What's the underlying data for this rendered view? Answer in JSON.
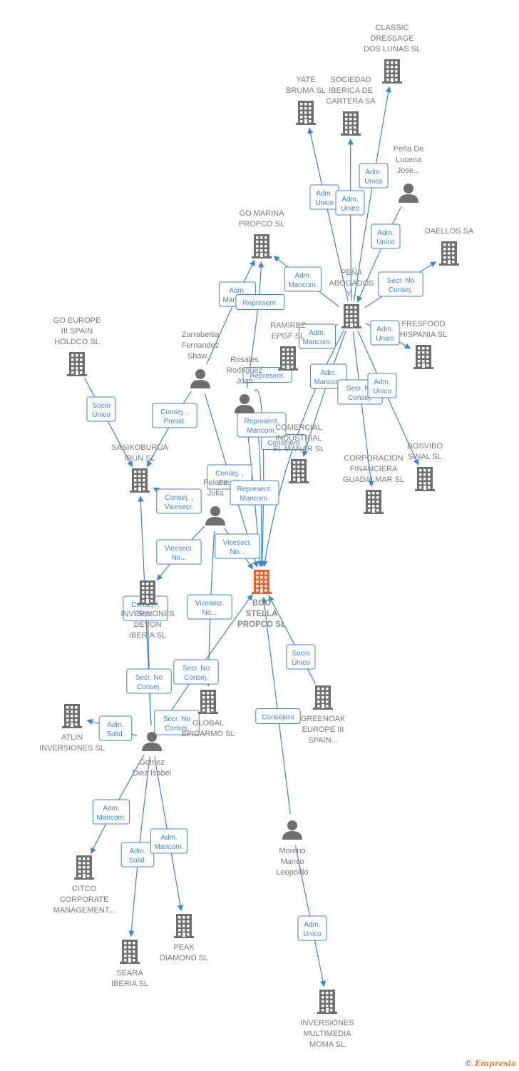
{
  "colors": {
    "edge": "#3d85d8",
    "company": "#6f6f6f",
    "focus": "#f0622d",
    "text": "#7a7a7a"
  },
  "footer": {
    "symbol": "©",
    "brand": "Empresia"
  },
  "nodes": [
    {
      "id": "bgo",
      "kind": "company",
      "focus": true,
      "lines": [
        "BGO",
        "STELLA",
        "PROPCO  SL"
      ]
    },
    {
      "id": "classic",
      "kind": "company",
      "lines": [
        "CLASSIC",
        "DRESSAGE",
        "DOS LUNAS  SL"
      ]
    },
    {
      "id": "yate",
      "kind": "company",
      "lines": [
        "YATE",
        "BRUMA SL"
      ]
    },
    {
      "id": "sociedad",
      "kind": "company",
      "lines": [
        "SOCIEDAD",
        "IBERICA DE",
        "CARTERA SA"
      ]
    },
    {
      "id": "penadelucena",
      "kind": "person",
      "lines": [
        "Peña De",
        "Lucena",
        "Jose..."
      ]
    },
    {
      "id": "gomarina",
      "kind": "company",
      "lines": [
        "GO MARINA",
        "PROPCO  SL"
      ]
    },
    {
      "id": "daellos",
      "kind": "company",
      "lines": [
        "DAELLOS SA"
      ]
    },
    {
      "id": "pena",
      "kind": "company",
      "lines": [
        "PEÑA",
        "ABOGADOS",
        "Y..."
      ]
    },
    {
      "id": "goeurope",
      "kind": "company",
      "lines": [
        "GO EUROPE",
        "III SPAIN",
        "HOLDCO  SL"
      ]
    },
    {
      "id": "zarrabeitia",
      "kind": "person",
      "lines": [
        "Zarrabeitia",
        "Fernandez",
        "Shaw..."
      ]
    },
    {
      "id": "ramirez",
      "kind": "company",
      "lines": [
        "RAMIREZ",
        "EPGF SL"
      ]
    },
    {
      "id": "freshfood",
      "kind": "company",
      "lines": [
        "FRESFOOD",
        "HISPANIA  SL"
      ]
    },
    {
      "id": "rosales",
      "kind": "person",
      "lines": [
        "Rosales",
        "Rodriguez",
        "Juan"
      ]
    },
    {
      "id": "sasikoburua",
      "kind": "company",
      "lines": [
        "SASIKOBURUA",
        "IRUN  SL"
      ]
    },
    {
      "id": "comercial",
      "kind": "company",
      "lines": [
        "COMERCIAL",
        "INDUSTRIAL",
        "EL MANAR SL"
      ]
    },
    {
      "id": "corporacion",
      "kind": "company",
      "lines": [
        "CORPORACION",
        "FINANCIERA",
        "GUADALMAR SL"
      ]
    },
    {
      "id": "dosvibo",
      "kind": "company",
      "lines": [
        "DOSVIBO",
        "SINAL SL"
      ]
    },
    {
      "id": "pelaez",
      "kind": "person",
      "lines": [
        "Pelaez",
        "Julia"
      ]
    },
    {
      "id": "inversiones",
      "kind": "company",
      "lines": [
        "INVERSIONES",
        "DEVON",
        "IBERIA SL"
      ]
    },
    {
      "id": "atlin",
      "kind": "company",
      "lines": [
        "ATLIN",
        "INVERSIONES SL"
      ]
    },
    {
      "id": "global",
      "kind": "company",
      "lines": [
        "GLOBAL",
        "EPICARMO SL"
      ]
    },
    {
      "id": "greenoak",
      "kind": "company",
      "lines": [
        "GREENOAK",
        "EUROPE III",
        "SPAIN..."
      ]
    },
    {
      "id": "gomez",
      "kind": "person",
      "lines": [
        "Gomez",
        "Diez Isabel"
      ]
    },
    {
      "id": "moreno",
      "kind": "person",
      "lines": [
        "Moreno",
        "Manso",
        "Leopoldo"
      ]
    },
    {
      "id": "citco",
      "kind": "company",
      "lines": [
        "CITCO",
        "CORPORATE",
        "MANAGEMENT..."
      ]
    },
    {
      "id": "peak",
      "kind": "company",
      "lines": [
        "PEAK",
        "DIAMOND SL"
      ]
    },
    {
      "id": "seara",
      "kind": "company",
      "lines": [
        "SEARA",
        "IBERIA  SL"
      ]
    },
    {
      "id": "multimedia",
      "kind": "company",
      "lines": [
        "INVERSIONES",
        "MULTIMEDIA",
        "MOMA  SL"
      ]
    }
  ],
  "edges": [
    {
      "from": "pena",
      "to": "classic",
      "label": [
        "Adm.",
        "Unico"
      ]
    },
    {
      "from": "pena",
      "to": "yate",
      "label": [
        "Adm.",
        "Unico"
      ]
    },
    {
      "from": "pena",
      "to": "sociedad",
      "label": [
        "Adm.",
        "Unico"
      ]
    },
    {
      "from": "penadelucena",
      "to": "pena",
      "label": [
        "Adm.",
        "Unico"
      ]
    },
    {
      "from": "pena",
      "to": "gomarina",
      "label": [
        "Adm.",
        "Mancom."
      ]
    },
    {
      "from": "pena",
      "to": "daellos",
      "label": [
        "Secr.  No",
        "Consej."
      ]
    },
    {
      "from": "pena",
      "to": "ramirez",
      "label": [
        "Adm.",
        "Mancom."
      ]
    },
    {
      "from": "pena",
      "to": "freshfood",
      "label": [
        "Adm.",
        "Unico"
      ]
    },
    {
      "from": "pena",
      "to": "comercial",
      "label": [
        "Adm.",
        "Mancom."
      ]
    },
    {
      "from": "pena",
      "to": "corporacion",
      "label": [
        "Secr.  No",
        "Consej."
      ]
    },
    {
      "from": "pena",
      "to": "dosvibo",
      "label": [
        "Adm.",
        "Unico"
      ]
    },
    {
      "from": "pena",
      "to": "bgo",
      "label": [
        "Consejero"
      ]
    },
    {
      "from": "zarrabeitia",
      "to": "gomarina",
      "label": [
        "Adm.",
        "Mancom."
      ]
    },
    {
      "from": "rosales",
      "to": "gomarina",
      "label": [
        "Represent."
      ]
    },
    {
      "from": "goeurope",
      "to": "sasikoburua",
      "label": [
        "Socio",
        "Único"
      ]
    },
    {
      "from": "zarrabeitia",
      "to": "sasikoburua",
      "label": [
        "Consej. ,",
        "Presid."
      ]
    },
    {
      "from": "rosales",
      "to": "bgo",
      "label": [
        "Represent."
      ]
    },
    {
      "from": "rosales",
      "to": "bgo",
      "label": [
        "Represent.",
        "Mancom."
      ]
    },
    {
      "from": "zarrabeitia",
      "to": "bgo",
      "label": [
        "Consej. ,",
        "Presid."
      ]
    },
    {
      "from": "rosales",
      "to": "bgo",
      "label": [
        "Represent.",
        "Mancom."
      ]
    },
    {
      "from": "pelaez",
      "to": "sasikoburua",
      "label": [
        "Consej. ,",
        "Vicesecr."
      ]
    },
    {
      "from": "pelaez",
      "to": "inversiones",
      "label": [
        "Vicesecr.",
        "No..."
      ]
    },
    {
      "from": "pelaez",
      "to": "bgo",
      "label": [
        "Vicesecr.",
        "No..."
      ]
    },
    {
      "from": "gomez",
      "to": "sasikoburua",
      "label": [
        "Consej. ,",
        "Secr."
      ]
    },
    {
      "from": "pelaez",
      "to": "global",
      "label": [
        "Vicesecr.",
        "No..."
      ]
    },
    {
      "from": "gomez",
      "to": "inversiones",
      "label": [
        "Secr.  No",
        "Consej."
      ]
    },
    {
      "from": "gomez",
      "to": "bgo",
      "label": [
        "Secr.  No",
        "Consej."
      ]
    },
    {
      "from": "gomez",
      "to": "atlin",
      "label": [
        "Adm.",
        "Solid."
      ]
    },
    {
      "from": "gomez",
      "to": "global",
      "label": [
        "Secr.  No",
        "Consej."
      ]
    },
    {
      "from": "greenoak",
      "to": "bgo",
      "label": [
        "Socio",
        "Único"
      ]
    },
    {
      "from": "moreno",
      "to": "bgo",
      "label": [
        "Consejero"
      ]
    },
    {
      "from": "gomez",
      "to": "citco",
      "label": [
        "Adm.",
        "Mancom."
      ]
    },
    {
      "from": "gomez",
      "to": "seara",
      "label": [
        "Adm.",
        "Solid."
      ]
    },
    {
      "from": "gomez",
      "to": "peak",
      "label": [
        "Adm.",
        "Mancom."
      ]
    },
    {
      "from": "moreno",
      "to": "multimedia",
      "label": [
        "Adm.",
        "Unico"
      ]
    }
  ]
}
